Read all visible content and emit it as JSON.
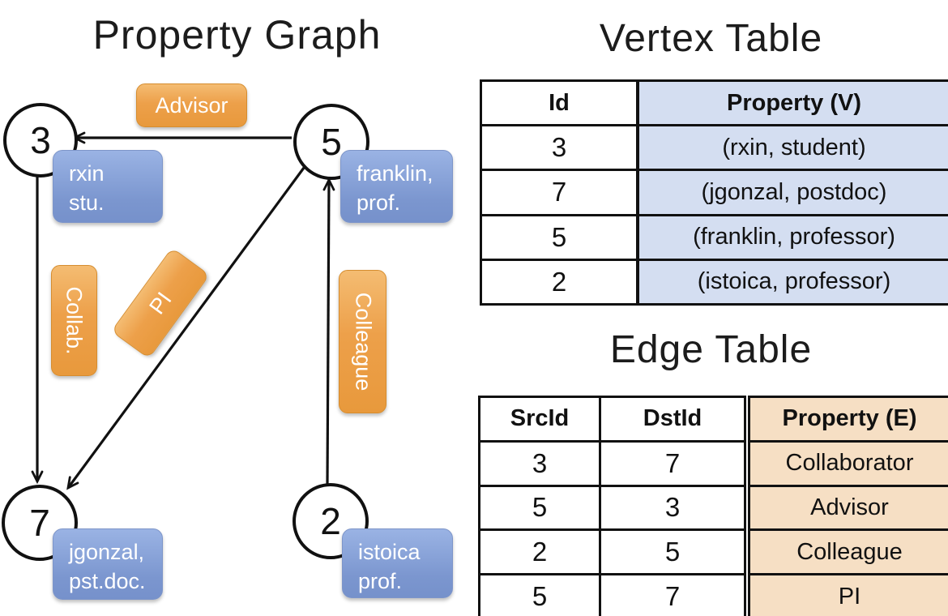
{
  "titles": {
    "property_graph": "Property Graph",
    "vertex_table": "Vertex Table",
    "edge_table": "Edge Table"
  },
  "graph": {
    "nodes": [
      {
        "id": "3",
        "label_line1": "rxin",
        "label_line2": "stu."
      },
      {
        "id": "5",
        "label_line1": "franklin,",
        "label_line2": "prof."
      },
      {
        "id": "7",
        "label_line1": "jgonzal,",
        "label_line2": "pst.doc."
      },
      {
        "id": "2",
        "label_line1": "istoica",
        "label_line2": "prof."
      }
    ],
    "edges": [
      {
        "label": "Advisor",
        "src": "5",
        "dst": "3"
      },
      {
        "label": "Collab.",
        "src": "3",
        "dst": "7"
      },
      {
        "label": "PI",
        "src": "5",
        "dst": "7"
      },
      {
        "label": "Colleague",
        "src": "2",
        "dst": "5"
      }
    ]
  },
  "vertex_table": {
    "headers": {
      "id": "Id",
      "property": "Property (V)"
    },
    "rows": [
      {
        "id": "3",
        "property": "(rxin, student)"
      },
      {
        "id": "7",
        "property": "(jgonzal, postdoc)"
      },
      {
        "id": "5",
        "property": "(franklin, professor)"
      },
      {
        "id": "2",
        "property": "(istoica, professor)"
      }
    ]
  },
  "edge_table": {
    "headers": {
      "src": "SrcId",
      "dst": "DstId",
      "property": "Property (E)"
    },
    "rows": [
      {
        "src": "3",
        "dst": "7",
        "property": "Collaborator"
      },
      {
        "src": "5",
        "dst": "3",
        "property": "Advisor"
      },
      {
        "src": "2",
        "dst": "5",
        "property": "Colleague"
      },
      {
        "src": "5",
        "dst": "7",
        "property": "PI"
      }
    ]
  },
  "colors": {
    "edge_label_orange": "#eda04a",
    "vertex_label_blue": "#85a0d6",
    "vertex_table_fill": "#d4def1",
    "edge_table_fill": "#f6dfc4",
    "line_black": "#111111"
  }
}
